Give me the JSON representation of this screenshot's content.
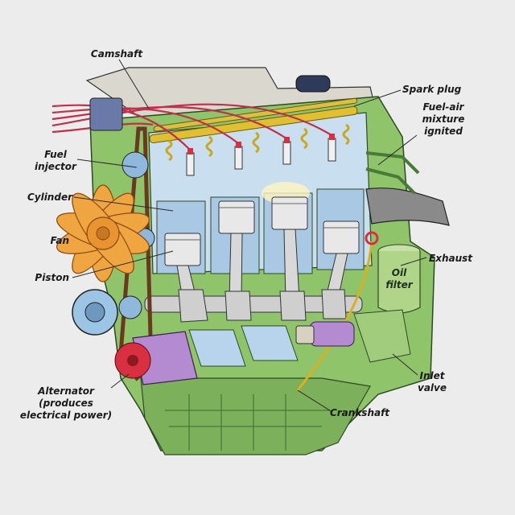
{
  "labels": {
    "camshaft": "Camshaft",
    "spark_plug": "Spark plug",
    "fuel_air": "Fuel-air\nmixture\nignited",
    "fuel_injector": "Fuel\ninjector",
    "cylinder": "Cylinder",
    "fan": "Fan",
    "piston": "Piston",
    "exhaust": "Exhaust",
    "oil_filter": "Oil\nfilter",
    "inlet_valve": "Inlet\nvalve",
    "alternator": "Alternator\n(produces\nelectrical power)",
    "crankshaft": "Crankshaft"
  },
  "colors": {
    "background": "#ececec",
    "engine_block": "#8fc46a",
    "engine_dark": "#5f8f45",
    "cylinder_interior": "#c9dff0",
    "fan": "#f0a640",
    "alternator": "#b48ad0",
    "wires": "#c0304a",
    "fuel_rail": "#e0c030",
    "pistons": "#e8e8e8"
  }
}
